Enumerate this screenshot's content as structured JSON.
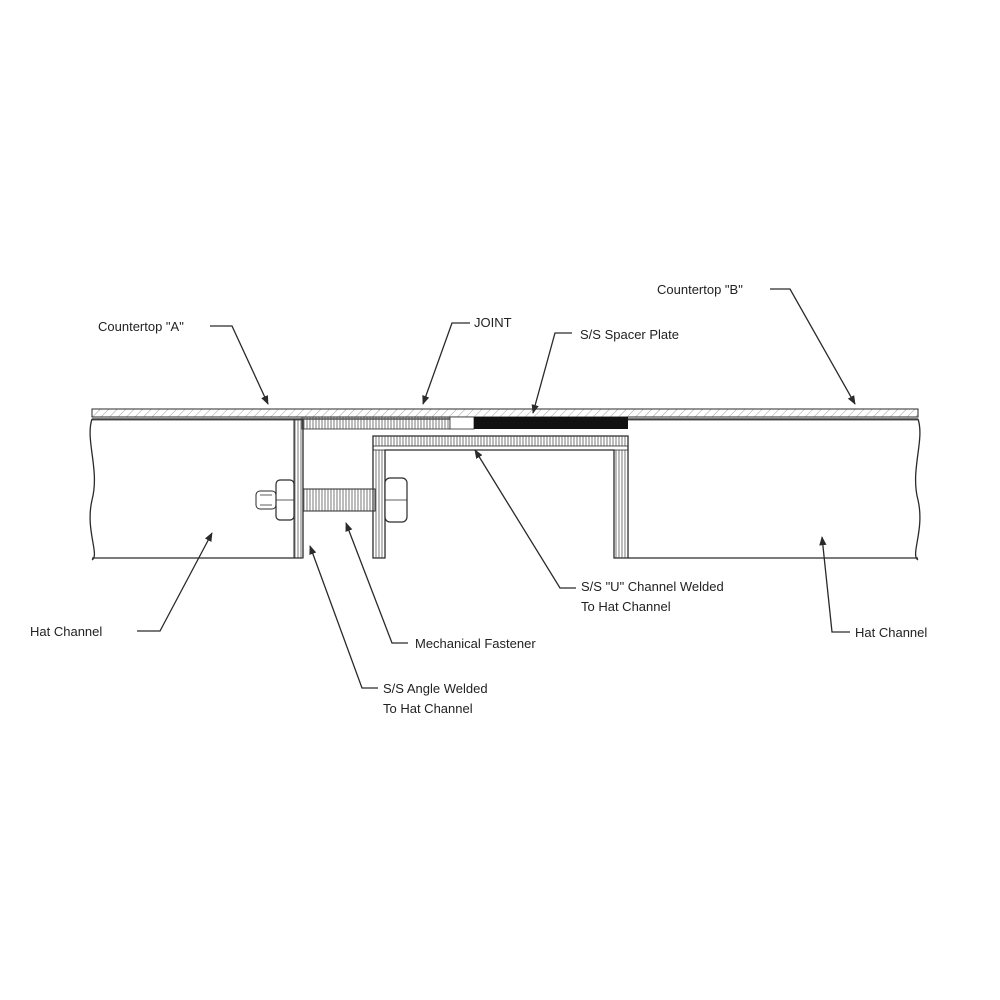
{
  "labels": {
    "countertop_a": "Countertop \"A\"",
    "countertop_b": "Countertop \"B\"",
    "joint": "JOINT",
    "spacer_plate": "S/S Spacer Plate",
    "u_channel_line1": "S/S \"U\" Channel Welded",
    "u_channel_line2": "To Hat Channel",
    "hat_channel_left": "Hat Channel",
    "hat_channel_right": "Hat Channel",
    "mechanical_fastener": "Mechanical Fastener",
    "angle_line1": "S/S Angle Welded",
    "angle_line2": "To Hat Channel"
  }
}
